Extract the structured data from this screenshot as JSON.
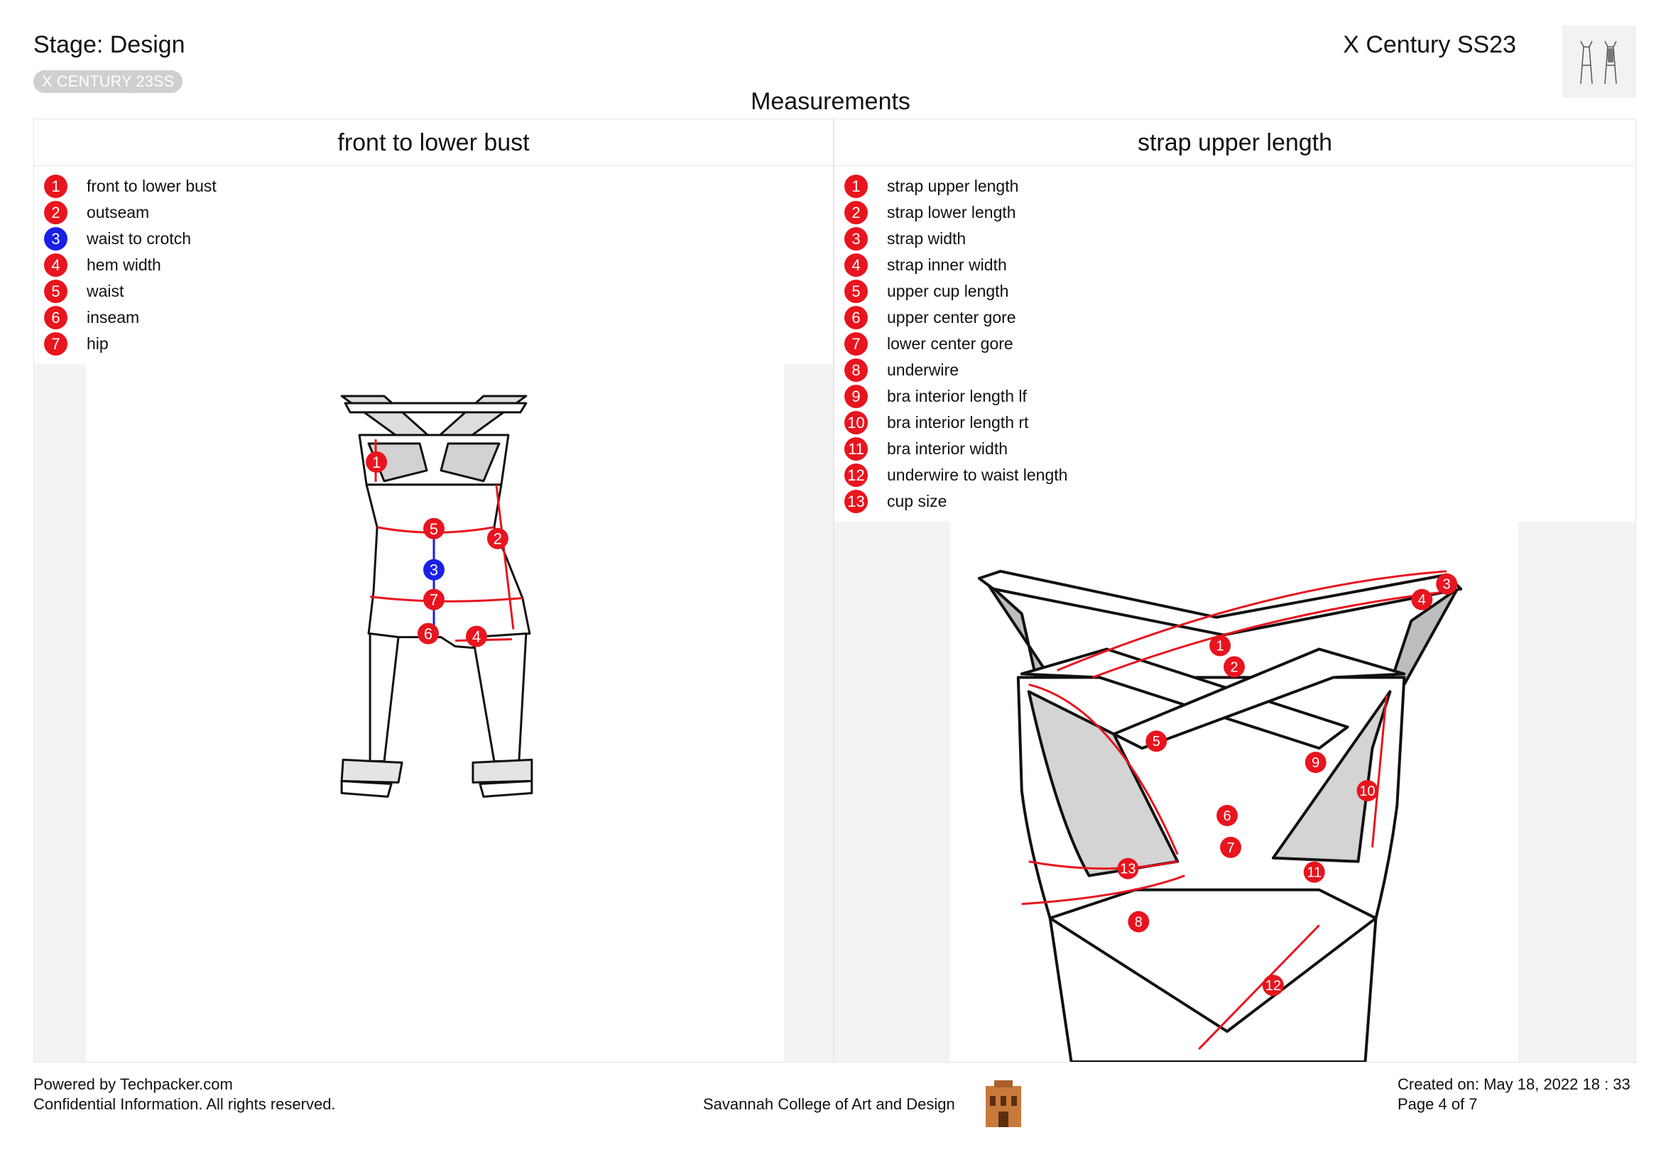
{
  "header": {
    "stage": "Stage: Design",
    "season_badge": "X CENTURY 23SS",
    "collection": "X Century SS23",
    "section": "Measurements"
  },
  "left_panel": {
    "title": "front to lower bust",
    "items": [
      {
        "n": "1",
        "label": "front to lower bust",
        "color": "#e8141e"
      },
      {
        "n": "2",
        "label": "outseam",
        "color": "#e8141e"
      },
      {
        "n": "3",
        "label": "waist to crotch",
        "color": "#1a20e6"
      },
      {
        "n": "4",
        "label": "hem width",
        "color": "#e8141e"
      },
      {
        "n": "5",
        "label": "waist",
        "color": "#e8141e"
      },
      {
        "n": "6",
        "label": "inseam",
        "color": "#e8141e"
      },
      {
        "n": "7",
        "label": "hip",
        "color": "#e8141e"
      }
    ]
  },
  "right_panel": {
    "title": "strap upper length",
    "items": [
      {
        "n": "1",
        "label": "strap upper length"
      },
      {
        "n": "2",
        "label": "strap lower length"
      },
      {
        "n": "3",
        "label": "strap width"
      },
      {
        "n": "4",
        "label": "strap inner width"
      },
      {
        "n": "5",
        "label": "upper cup length"
      },
      {
        "n": "6",
        "label": "upper center gore"
      },
      {
        "n": "7",
        "label": "lower center gore"
      },
      {
        "n": "8",
        "label": "underwire"
      },
      {
        "n": "9",
        "label": "bra interior length lf"
      },
      {
        "n": "10",
        "label": "bra interior length rt"
      },
      {
        "n": "11",
        "label": "bra interior width"
      },
      {
        "n": "12",
        "label": "underwire to waist length"
      },
      {
        "n": "13",
        "label": "cup size"
      }
    ]
  },
  "footer": {
    "powered": "Powered by Techpacker.com",
    "confidential": "Confidential Information. All rights reserved.",
    "school": "Savannah College of Art and Design",
    "created": "Created on: May 18, 2022 18 : 33",
    "page": "Page 4 of 7"
  },
  "colors": {
    "marker_red": "#e8141e",
    "marker_blue": "#1a20e6",
    "badge_gray": "#cfcfcf"
  },
  "icons": {
    "thumbnail": "garment-thumbnail-icon",
    "logo": "building-logo-icon"
  }
}
